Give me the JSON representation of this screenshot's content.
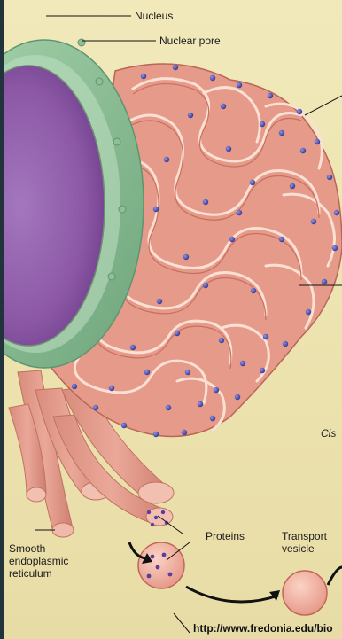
{
  "labels": {
    "nucleus": "Nucleus",
    "nuclear_pore": "Nuclear pore",
    "proteins": "Proteins",
    "transport_vesicle": "Transport vesicle",
    "smooth_er": "Smooth endoplasmic reticulum",
    "cis": "Cis",
    "source_url": "http://www.fredonia.edu/bio"
  },
  "colors": {
    "background": "#efe6b6",
    "nucleoplasm": "#8e5aa8",
    "nuclear_envelope": "#8fc39a",
    "er_membrane": "#e8a797",
    "er_outline": "#f6d4c5",
    "ribosome": "#4a4fb0"
  }
}
